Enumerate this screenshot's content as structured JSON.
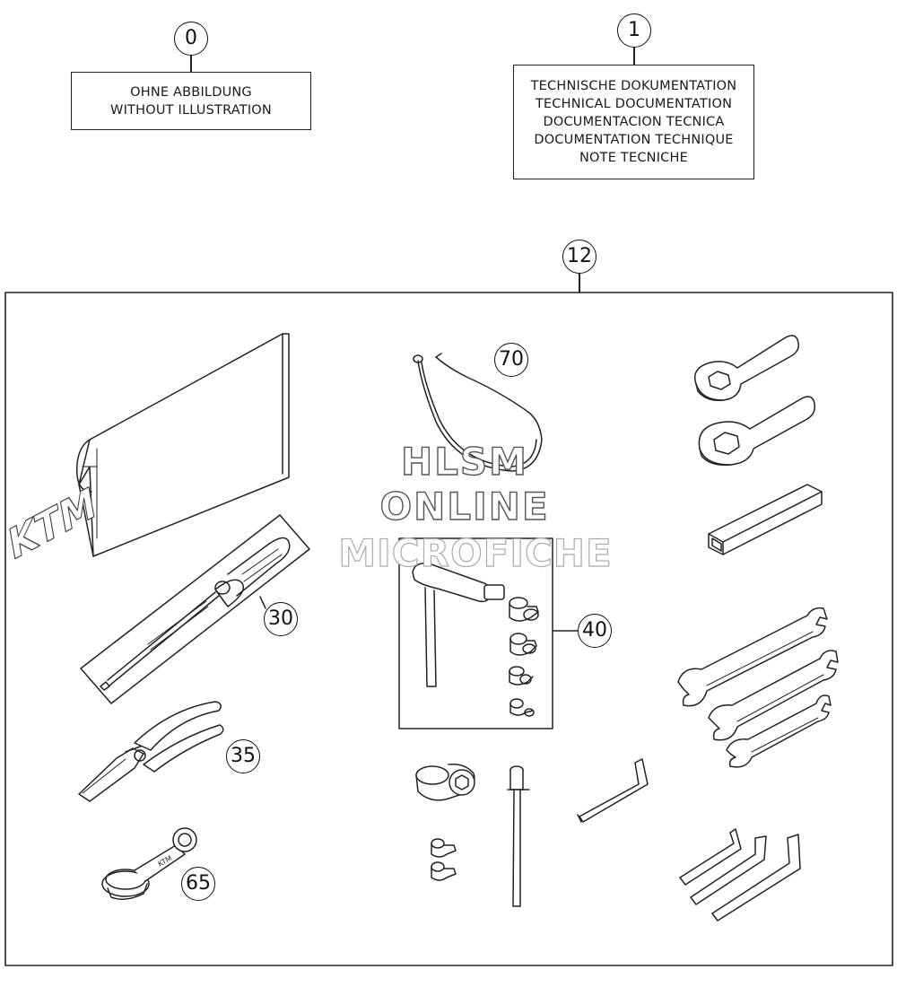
{
  "labels": {
    "box0": {
      "lines": [
        "OHNE ABBILDUNG",
        "WITHOUT ILLUSTRATION"
      ]
    },
    "box1": {
      "lines": [
        "TECHNISCHE DOKUMENTATION",
        "TECHNICAL DOCUMENTATION",
        "DOCUMENTACION TECNICA",
        "DOCUMENTATION TECHNIQUE",
        "NOTE TECNICHE"
      ]
    }
  },
  "callouts": {
    "c0": "0",
    "c1": "1",
    "c12": "12",
    "c30": "30",
    "c35": "35",
    "c40": "40",
    "c65": "65",
    "c70": "70"
  },
  "pouch_logo": "KTM",
  "watermark": {
    "line1": "HLSM",
    "line2": "ONLINE",
    "line3": "MICROFICHE"
  }
}
